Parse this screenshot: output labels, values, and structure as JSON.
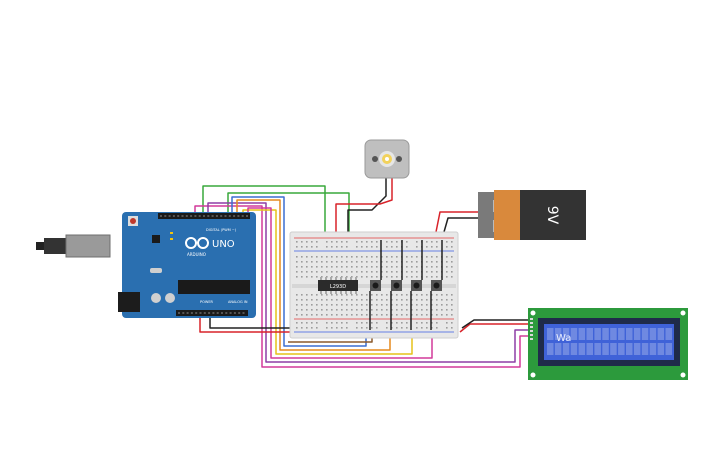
{
  "arduino": {
    "logo_text": "UNO",
    "brand_text": "ARDUINO",
    "digital_label": "DIGITAL (PWM ~)",
    "power_label": "POWER",
    "analog_label": "ANALOG IN",
    "board_color": "#2a6fb0"
  },
  "driver_chip": {
    "label": "L293D"
  },
  "battery": {
    "label": "9V",
    "body_color": "#333333",
    "cap_color": "#d9893c"
  },
  "lcd": {
    "text": "Wa",
    "screen_color": "#3f62d8",
    "pcb_color": "#2c9a3c"
  },
  "motor": {
    "shaft_color": "#f2d25c"
  },
  "wire_colors": {
    "red": "#d8232a",
    "black": "#222222",
    "green": "#38a83c",
    "purple": "#8d3fa5",
    "magenta": "#d23a9a",
    "yellow": "#e6c21a",
    "blue": "#3c6fd1",
    "brown": "#8b5a2b",
    "orange": "#e58a1f"
  }
}
